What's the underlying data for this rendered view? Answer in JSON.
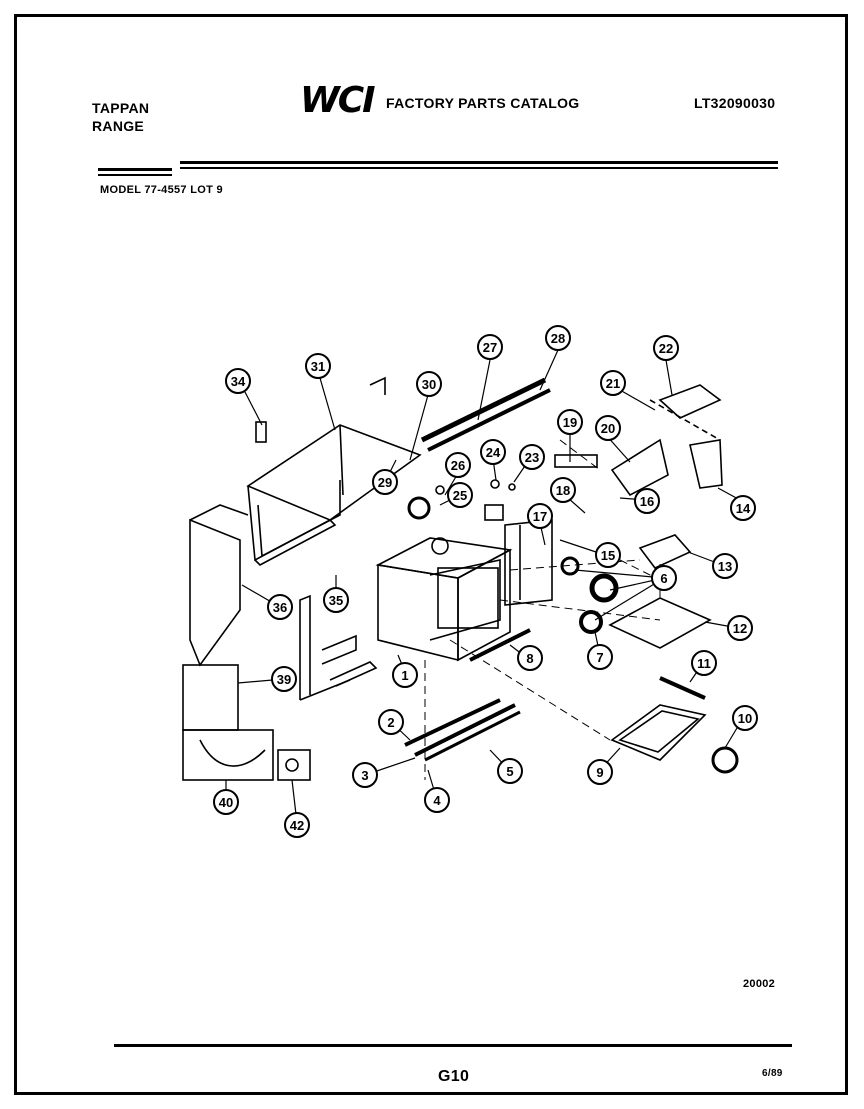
{
  "header": {
    "brand_left_line1": "TAPPAN",
    "brand_left_line2": "RANGE",
    "logo": "WCI",
    "catalog_title": "FACTORY PARTS CATALOG",
    "catalog_code": "LT32090030",
    "model_line": "MODEL 77-4557  LOT 9"
  },
  "diagram": {
    "callouts": [
      "1",
      "2",
      "3",
      "4",
      "5",
      "6",
      "7",
      "8",
      "9",
      "10",
      "11",
      "12",
      "13",
      "14",
      "15",
      "16",
      "17",
      "18",
      "19",
      "20",
      "21",
      "22",
      "23",
      "24",
      "25",
      "26",
      "27",
      "28",
      "29",
      "30",
      "31",
      "34",
      "35",
      "36",
      "39",
      "40",
      "42"
    ]
  },
  "footer": {
    "ref_code": "20002",
    "page_label": "G10",
    "date": "6/89"
  }
}
